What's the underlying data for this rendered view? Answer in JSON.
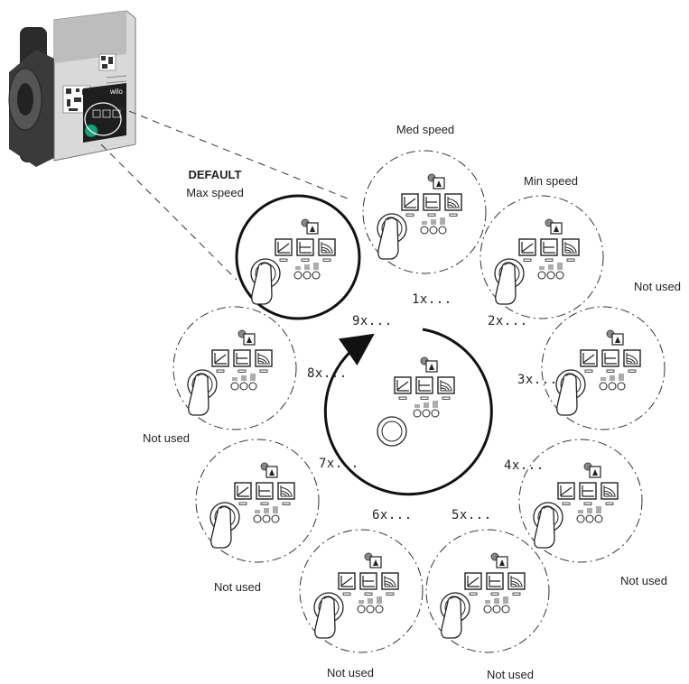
{
  "default_label": "DEFAULT",
  "default_sub": "Max speed",
  "modes": [
    {
      "count": "1x...",
      "label": "Med speed"
    },
    {
      "count": "2x...",
      "label": "Min speed"
    },
    {
      "count": "3x...",
      "label": "Not used"
    },
    {
      "count": "4x...",
      "label": "Not used"
    },
    {
      "count": "5x...",
      "label": "Not used"
    },
    {
      "count": "6x...",
      "label": "Not used"
    },
    {
      "count": "7x...",
      "label": "Not used"
    },
    {
      "count": "8x...",
      "label": "Not used"
    },
    {
      "count": "9x...",
      "label": ""
    }
  ],
  "pump": {
    "brand": "wilo"
  },
  "colors": {
    "button_green": "#1aa37a",
    "line": "#222222",
    "dash": "#333333"
  }
}
